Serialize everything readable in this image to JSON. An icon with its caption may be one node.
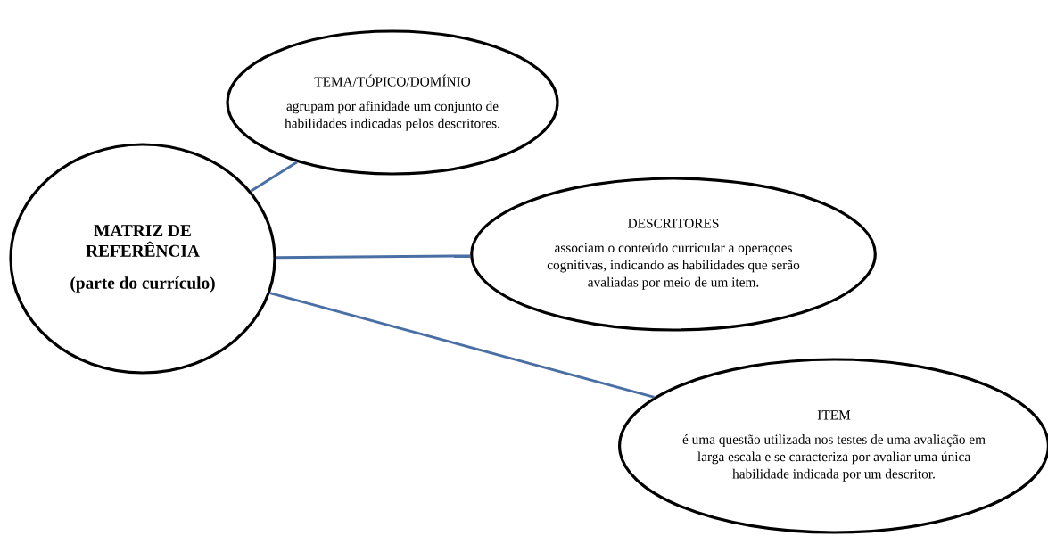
{
  "diagram": {
    "nodes": [
      {
        "text": [
          "MATRIZ DE REFERÊNCIA",
          "(parte do currículo)"
        ]
      },
      {
        "text": [
          "TEMA/TÓPICO/DOMÍNIO",
          "agrupam por afinidade um conjunto de habilidades indicadas pelos descritores."
        ]
      },
      {
        "text": [
          "DESCRITORES",
          "associam o conteúdo curricular a operaçoes cognitivas, indicando as habilidades que serão avaliadas por meio de um item."
        ]
      },
      {
        "text": [
          "ITEM",
          "é uma questão utilizada nos testes de uma avaliação em larga escala e se caracteriza por avaliar uma única habilidade indicada por um descritor."
        ]
      }
    ],
    "edges": [
      {
        "from": 0,
        "to": 1,
        "arrow": "none",
        "color": "#4a6fa5"
      },
      {
        "from": 0,
        "to": 2,
        "arrow": "none",
        "color": "#4a6fa5"
      },
      {
        "from": 0,
        "to": 3,
        "arrow": "none",
        "color": "#4a6fa5"
      }
    ]
  }
}
